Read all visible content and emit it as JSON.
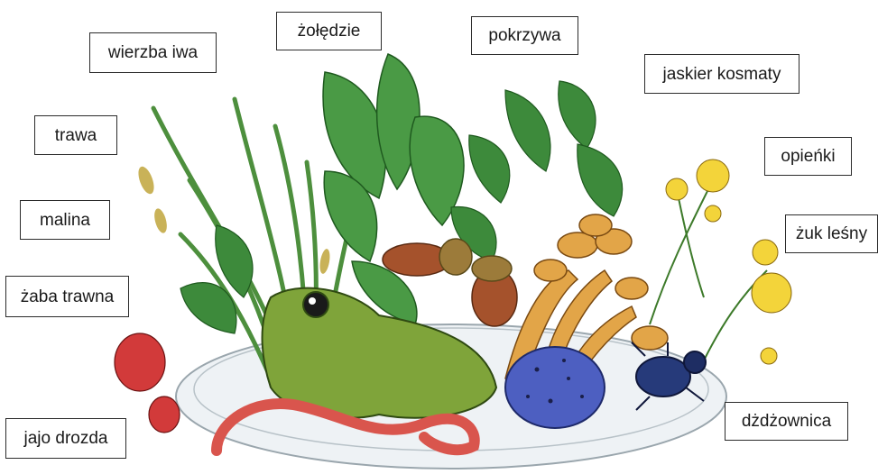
{
  "labels": {
    "wierzba_iwa": "wierzba iwa",
    "zoledzie": "żołędzie",
    "pokrzywa": "pokrzywa",
    "jaskier_kosmaty": "jaskier kosmaty",
    "trawa": "trawa",
    "opienki": "opieńki",
    "malina": "malina",
    "zuk_lesny": "żuk leśny",
    "zaba_trawna": "żaba trawna",
    "dzdzownica": "dżdżownica",
    "jajo_drozda": "jajo drozda"
  },
  "colors": {
    "leaf": "#3f8f3a",
    "leaf_dark": "#2a6b2a",
    "grass": "#5a9a4a",
    "frog": "#7fa43a",
    "mushroom": "#e2a548",
    "egg": "#4d5fc1",
    "raspberry": "#d23a3a",
    "buttercup": "#f3d43a",
    "worm": "#d9554d",
    "beetle": "#263a7a",
    "acorn": "#a5522c",
    "plate": "#e9eef2"
  }
}
